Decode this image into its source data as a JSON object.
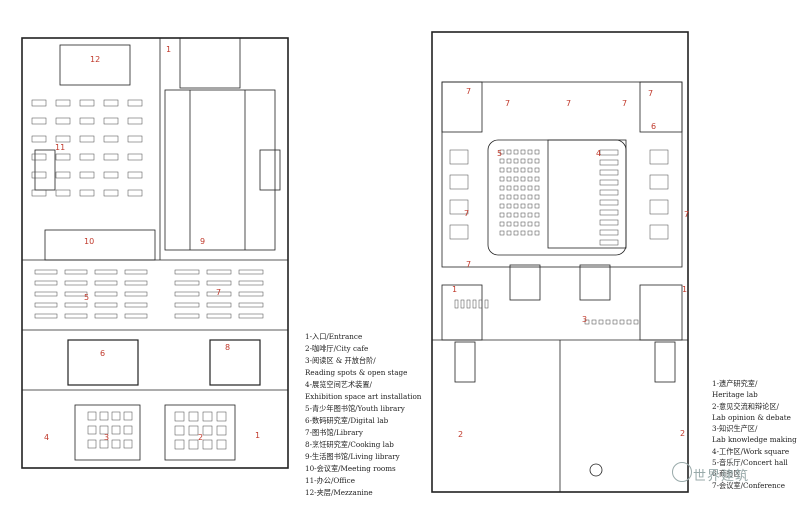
{
  "legend_left": [
    "1-入口/Entrance",
    "2-咖啡厅/City cafe",
    "3-阅读区 & 开放台阶/",
    "Reading spots & open stage",
    "4-展览空间艺术装置/",
    "Exhibition space art installation",
    "5-青少年图书馆/Youth library",
    "6-数码研究室/Digital lab",
    "7-图书馆/Library",
    "8-烹饪研究室/Cooking lab",
    "9-生活图书馆/Living library",
    "10-会议室/Meeting rooms",
    "11-办公/Office",
    "12-夹层/Mezzanine"
  ],
  "legend_right": [
    "1-遗产研究室/",
    "Heritage lab",
    "2-意见交流和辩论区/",
    "Lab opinion & debate",
    "3-知识生产区/",
    "Lab knowledge making",
    "4-工作区/Work square",
    "5-音乐厅/Concert hall",
    "6-商务区",
    "7-会议室/Conference"
  ],
  "watermark": "世界建筑",
  "left_plan_labels": [
    "1",
    "2",
    "3",
    "4",
    "5",
    "6",
    "7",
    "8",
    "9",
    "10",
    "11",
    "12",
    "1"
  ],
  "right_plan_labels": [
    "1",
    "1",
    "2",
    "2",
    "3",
    "4",
    "5",
    "6",
    "7",
    "7",
    "7",
    "7",
    "7",
    "7",
    "7",
    "7"
  ]
}
